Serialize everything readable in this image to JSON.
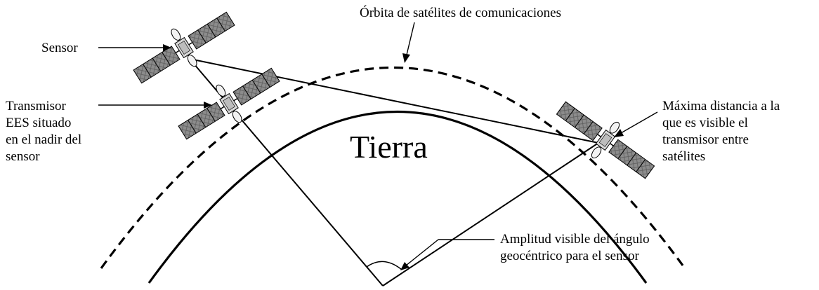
{
  "labels": {
    "orbit": "Órbita de satélites de comunicaciones",
    "sensor": "Sensor",
    "transmitter": [
      "Transmisor",
      "EES situado",
      "en el nadir del",
      "sensor"
    ],
    "max_distance": [
      "Máxima distancia a la",
      "que es visible el",
      "transmisor entre",
      "satélites"
    ],
    "earth": "Tierra",
    "geocentric_angle": [
      "Amplitud visible del ángulo",
      "geocéntrico para el sensor"
    ]
  },
  "colors": {
    "ink": "#000000",
    "panel": "#9a9a9a",
    "background": "#ffffff"
  },
  "icons": [
    "satellite-icon-sensor",
    "satellite-icon-transmitter",
    "satellite-icon-relay"
  ]
}
